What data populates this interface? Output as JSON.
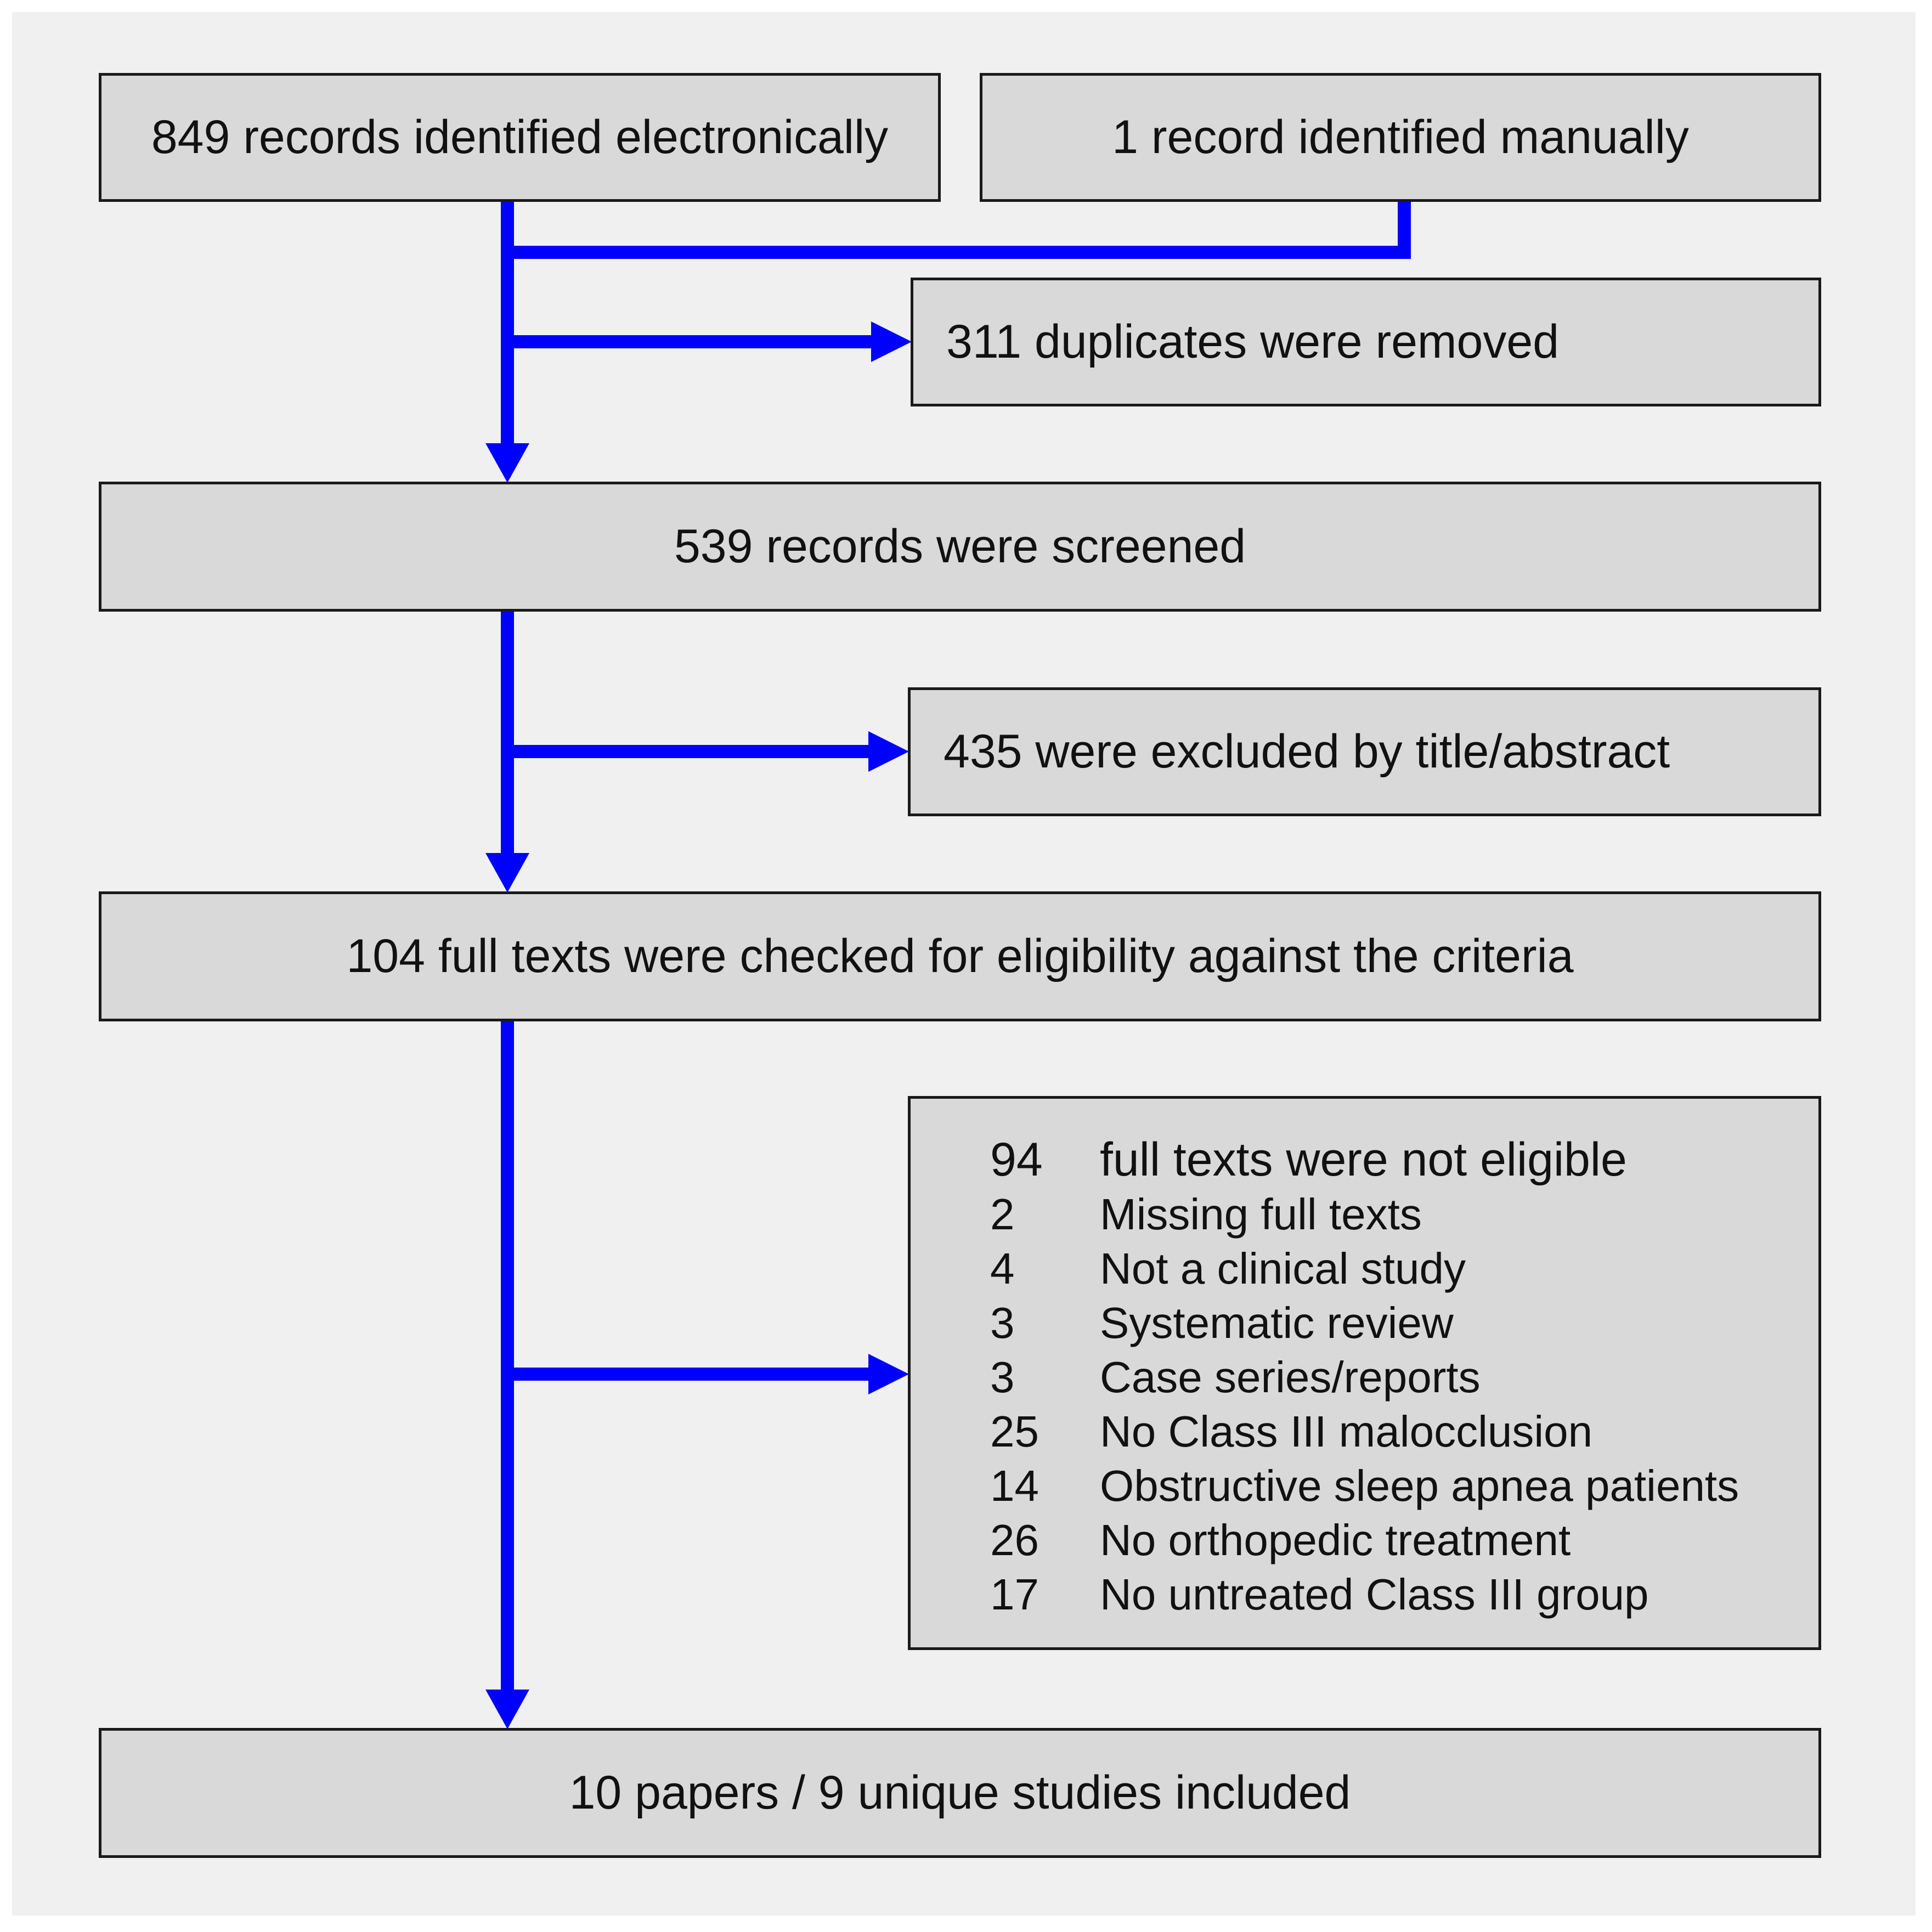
{
  "colors": {
    "background": "#f0f0f0",
    "box_fill": "#d9d9d9",
    "box_border": "#1a1a1a",
    "arrow": "#0000ff"
  },
  "boxes": {
    "identified_electronic": "849 records identified electronically",
    "identified_manual": "1 record identified manually",
    "duplicates_removed": "311 duplicates were removed",
    "screened": "539 records were screened",
    "excluded_title_abstract": "435 were excluded by title/abstract",
    "full_text_checked": "104 full texts were checked for eligibility against the criteria",
    "included": "10 papers / 9 unique studies included"
  },
  "exclusion": {
    "rows": [
      {
        "count": "94",
        "label": "full texts were not eligible"
      },
      {
        "count": "2",
        "label": "Missing full texts"
      },
      {
        "count": "4",
        "label": "Not a clinical study"
      },
      {
        "count": "3",
        "label": "Systematic review"
      },
      {
        "count": "3",
        "label": "Case series/reports"
      },
      {
        "count": "25",
        "label": "No Class III malocclusion"
      },
      {
        "count": "14",
        "label": "Obstructive sleep apnea patients"
      },
      {
        "count": "26",
        "label": "No orthopedic treatment"
      },
      {
        "count": "17",
        "label": "No untreated Class III group"
      }
    ]
  }
}
